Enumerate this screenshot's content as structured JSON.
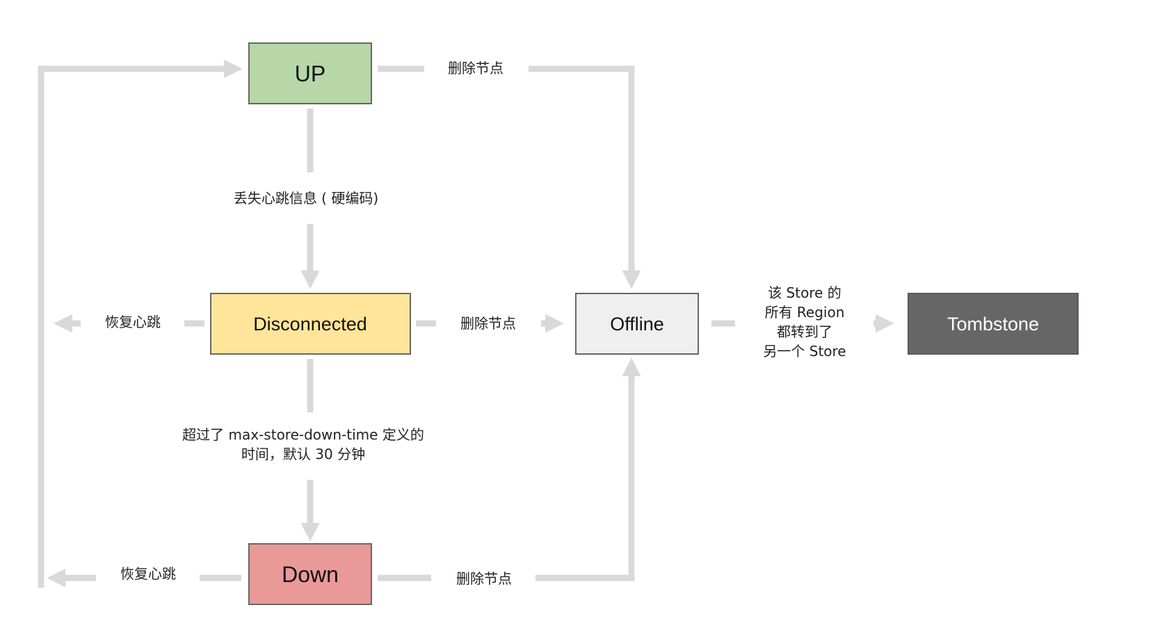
{
  "colors": {
    "connector": "#d9d9d9",
    "node_border": "#666666",
    "up_fill": "#b7d7a8",
    "disconnected_fill": "#ffe599",
    "down_fill": "#ea9999",
    "offline_fill": "#efefef",
    "tombstone_fill": "#666666",
    "tombstone_text": "#ffffff",
    "text": "#222222"
  },
  "nodes": {
    "up": {
      "label": "UP"
    },
    "disconnected": {
      "label": "Disconnected"
    },
    "down": {
      "label": "Down"
    },
    "offline": {
      "label": "Offline"
    },
    "tombstone": {
      "label": "Tombstone"
    }
  },
  "edges": {
    "up_to_offline": {
      "label": "删除节点"
    },
    "up_to_disconnected": {
      "label": "丢失心跳信息 ( 硬编码)"
    },
    "disconnected_recover": {
      "label": "恢复心跳"
    },
    "disconnected_to_offline": {
      "label": "删除节点"
    },
    "disconnected_to_down": {
      "label_line1": "超过了 max-store-down-time  定义的",
      "label_line2": "时间，默认 30 分钟"
    },
    "down_recover": {
      "label": "恢复心跳"
    },
    "down_to_offline": {
      "label": "删除节点"
    },
    "offline_to_tombstone": {
      "label_line1": "该 Store 的",
      "label_line2": "所有 Region",
      "label_line3": "都转到了",
      "label_line4": "另一个 Store"
    }
  }
}
